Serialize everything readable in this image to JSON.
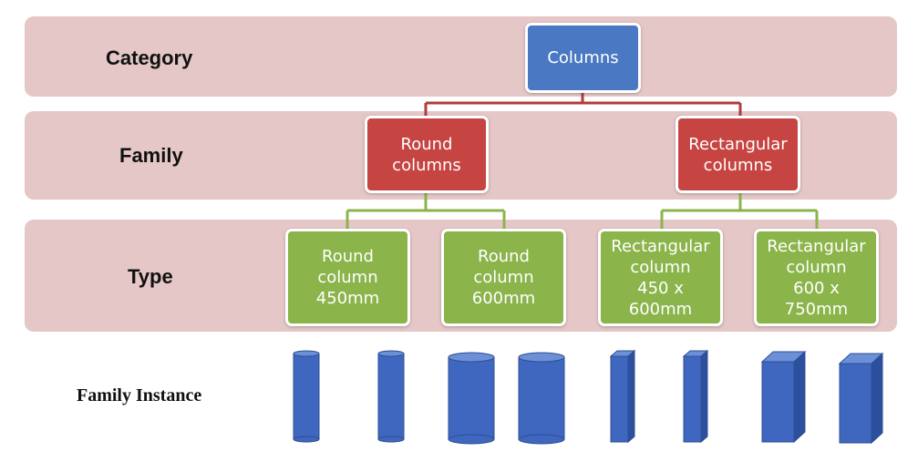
{
  "rows": {
    "category": "Category",
    "family": "Family",
    "type": "Type",
    "instance": "Family Instance"
  },
  "nodes": {
    "columns": "Columns",
    "round_columns": "Round\ncolumns",
    "rect_columns": "Rectangular\ncolumns",
    "type_round_450": "Round\ncolumn\n450mm",
    "type_round_600": "Round\ncolumn\n600mm",
    "type_rect_450x600": "Rectangular\ncolumn\n450 x\n600mm",
    "type_rect_600x750": "Rectangular\ncolumn\n600 x\n750mm"
  },
  "colors": {
    "band": "#e5c7c7",
    "category_node": "#4a78c2",
    "family_node": "#c64441",
    "type_node": "#8bb44a",
    "family_connector": "#b23b3b",
    "type_connector": "#8bb44a",
    "instance_fill": "#3f67c0"
  }
}
